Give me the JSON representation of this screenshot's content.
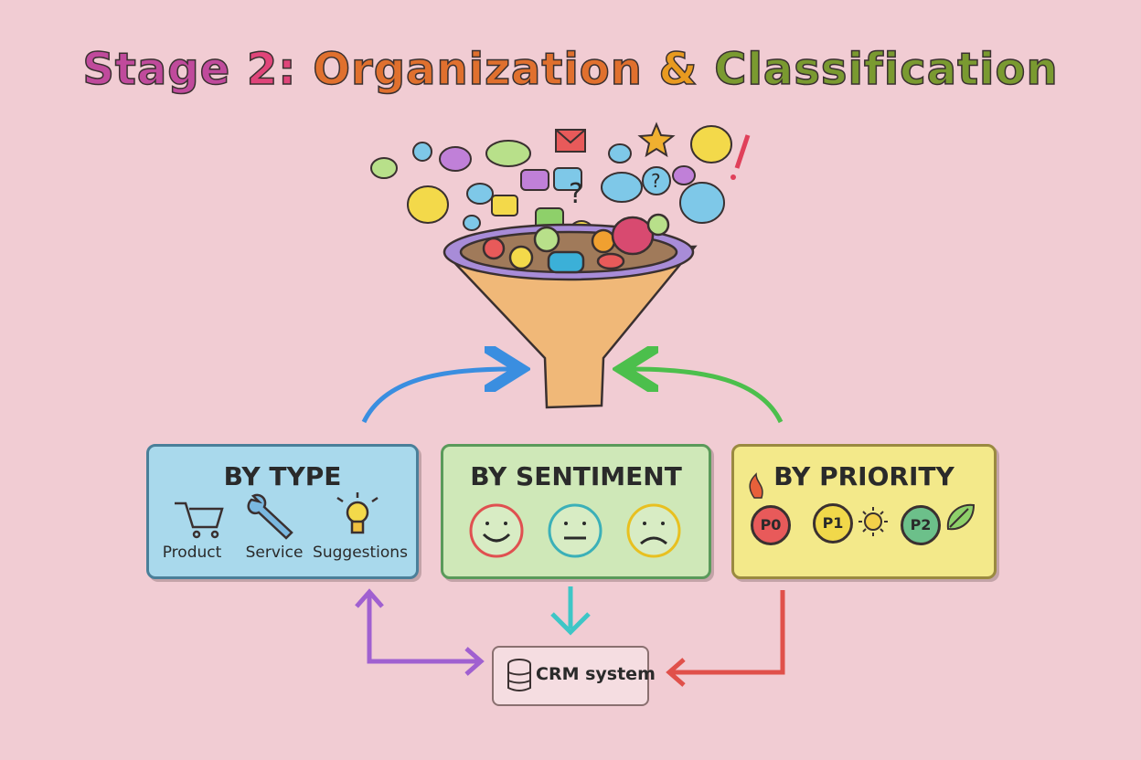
{
  "title": "Stage 2: Organization & Classification",
  "title_colors": [
    "#c04a9c",
    "#e0457a",
    "#e0702e",
    "#e89a20",
    "#7a9a30",
    "#3aa55a",
    "#2d8fd0",
    "#6a58c8",
    "#b04ac0"
  ],
  "funnel": {
    "icons": [
      "chat-bubble-icon",
      "email-icon",
      "star-icon",
      "question-icon",
      "exclamation-icon",
      "smiley-icon"
    ]
  },
  "categories": {
    "type": {
      "title": "BY TYPE",
      "color": "#a9d9ec",
      "items": [
        {
          "label": "Product",
          "icon": "shopping-cart-icon"
        },
        {
          "label": "Service",
          "icon": "wrench-icon"
        },
        {
          "label": "Suggestions",
          "icon": "lightbulb-icon"
        }
      ]
    },
    "sentiment": {
      "title": "BY SENTIMENT",
      "color": "#cfe8b8",
      "items": [
        {
          "label": "positive",
          "icon": "happy-face-icon",
          "color": "#e05050"
        },
        {
          "label": "neutral",
          "icon": "neutral-face-icon",
          "color": "#3bb0b8"
        },
        {
          "label": "negative",
          "icon": "sad-face-icon",
          "color": "#e8c020"
        }
      ]
    },
    "priority": {
      "title": "BY PRIORITY",
      "color": "#f3e98a",
      "items": [
        {
          "label": "P0",
          "icon": "fire-icon",
          "color": "#e85a5a"
        },
        {
          "label": "P1",
          "icon": "sun-icon",
          "color": "#f1d84a"
        },
        {
          "label": "P2",
          "icon": "leaf-icon",
          "color": "#6cc08a"
        }
      ]
    }
  },
  "crm": {
    "label": "CRM system",
    "icon": "database-icon"
  },
  "arrow_colors": {
    "type_up": "#3a8ee0",
    "priority_up": "#4cbf4c",
    "sentiment_down": "#3ec6c6",
    "type_crm": "#a060d0",
    "priority_crm": "#e0504a"
  }
}
